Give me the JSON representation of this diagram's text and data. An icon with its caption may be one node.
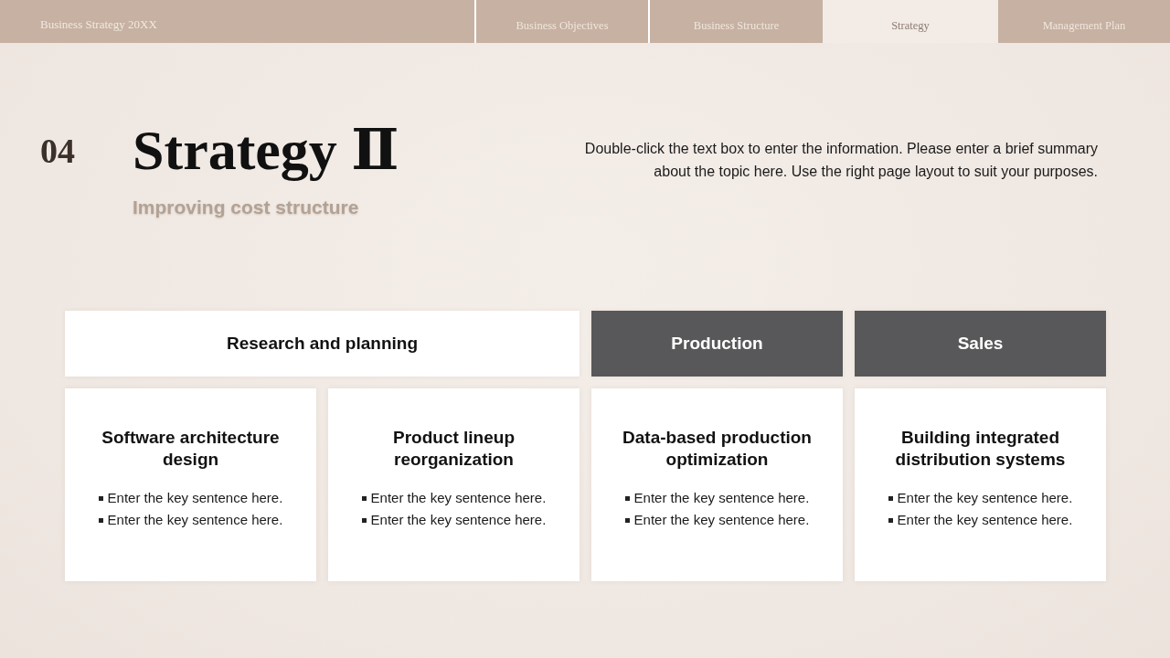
{
  "diagram": {
    "title": "Strategy Ⅱ",
    "nodes": [
      {
        "text": [
          "Business Strategy 20XX"
        ]
      },
      {
        "text": [
          "Business Objectives"
        ]
      },
      {
        "text": [
          "Business Structure"
        ]
      },
      {
        "text": [
          "Strategy"
        ]
      },
      {
        "text": [
          "Management Plan"
        ]
      },
      {
        "text": [
          "Research and planning"
        ]
      },
      {
        "text": [
          "Production"
        ]
      },
      {
        "text": [
          "Sales"
        ]
      },
      {
        "text": [
          "Software architecture design",
          "Enter the key sentence here.",
          "Enter the key sentence here."
        ]
      },
      {
        "text": [
          "Product lineup reorganization",
          "Enter the key sentence here.",
          "Enter the key sentence here."
        ]
      },
      {
        "text": [
          "Data-based production optimization",
          "Enter the key sentence here.",
          "Enter the key sentence here."
        ]
      },
      {
        "text": [
          "Building integrated distribution systems",
          "Enter the key sentence here.",
          "Enter the key sentence here."
        ]
      }
    ],
    "labels": [
      "04",
      "Improving cost structure",
      "Double-click the text box to enter the information. Please enter a brief summary about the topic here. Use the right page layout to suit your purposes."
    ]
  }
}
